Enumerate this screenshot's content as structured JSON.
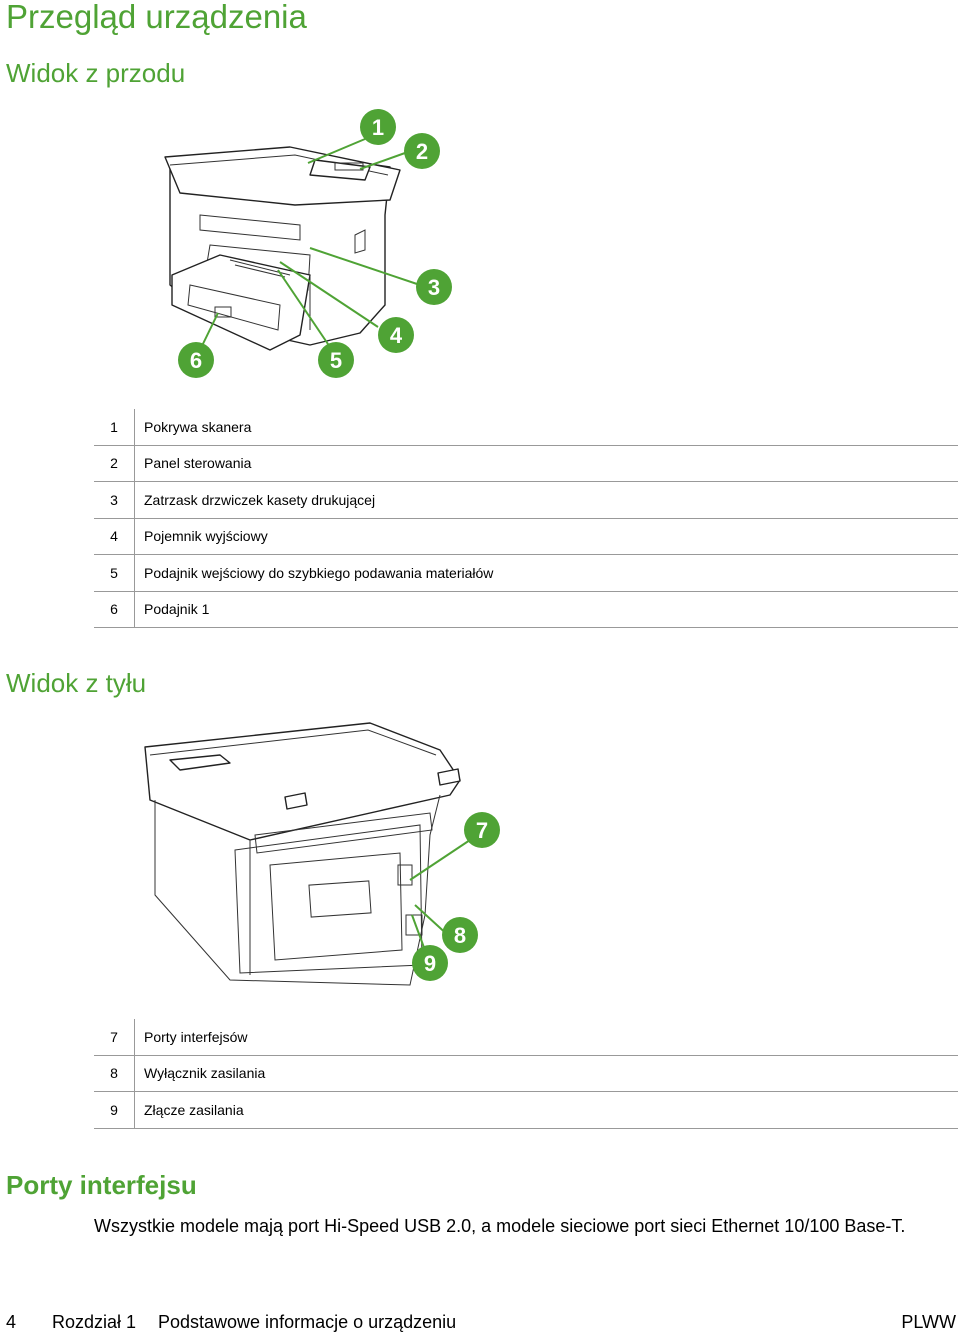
{
  "title": "Przegląd urządzenia",
  "front_view": {
    "heading": "Widok z przodu",
    "callouts": [
      "1",
      "2",
      "3",
      "4",
      "5",
      "6"
    ],
    "items": [
      {
        "num": "1",
        "text": "Pokrywa skanera"
      },
      {
        "num": "2",
        "text": "Panel sterowania"
      },
      {
        "num": "3",
        "text": "Zatrzask drzwiczek kasety drukującej"
      },
      {
        "num": "4",
        "text": "Pojemnik wyjściowy"
      },
      {
        "num": "5",
        "text": "Podajnik wejściowy do szybkiego podawania materiałów"
      },
      {
        "num": "6",
        "text": "Podajnik 1"
      }
    ]
  },
  "rear_view": {
    "heading": "Widok z tyłu",
    "callouts": [
      "7",
      "8",
      "9"
    ],
    "items": [
      {
        "num": "7",
        "text": "Porty interfejsów"
      },
      {
        "num": "8",
        "text": "Wyłącznik zasilania"
      },
      {
        "num": "9",
        "text": "Złącze zasilania"
      }
    ]
  },
  "ports": {
    "heading": "Porty interfejsu",
    "text": "Wszystkie modele mają port Hi-Speed USB 2.0, a modele sieciowe port sieci Ethernet 10/100 Base-T."
  },
  "footer": {
    "page": "4",
    "chapter": "Rozdział 1",
    "chapter_title": "Podstawowe informacje o urządzeniu",
    "code": "PLWW"
  },
  "colors": {
    "accent": "#4fa335"
  }
}
